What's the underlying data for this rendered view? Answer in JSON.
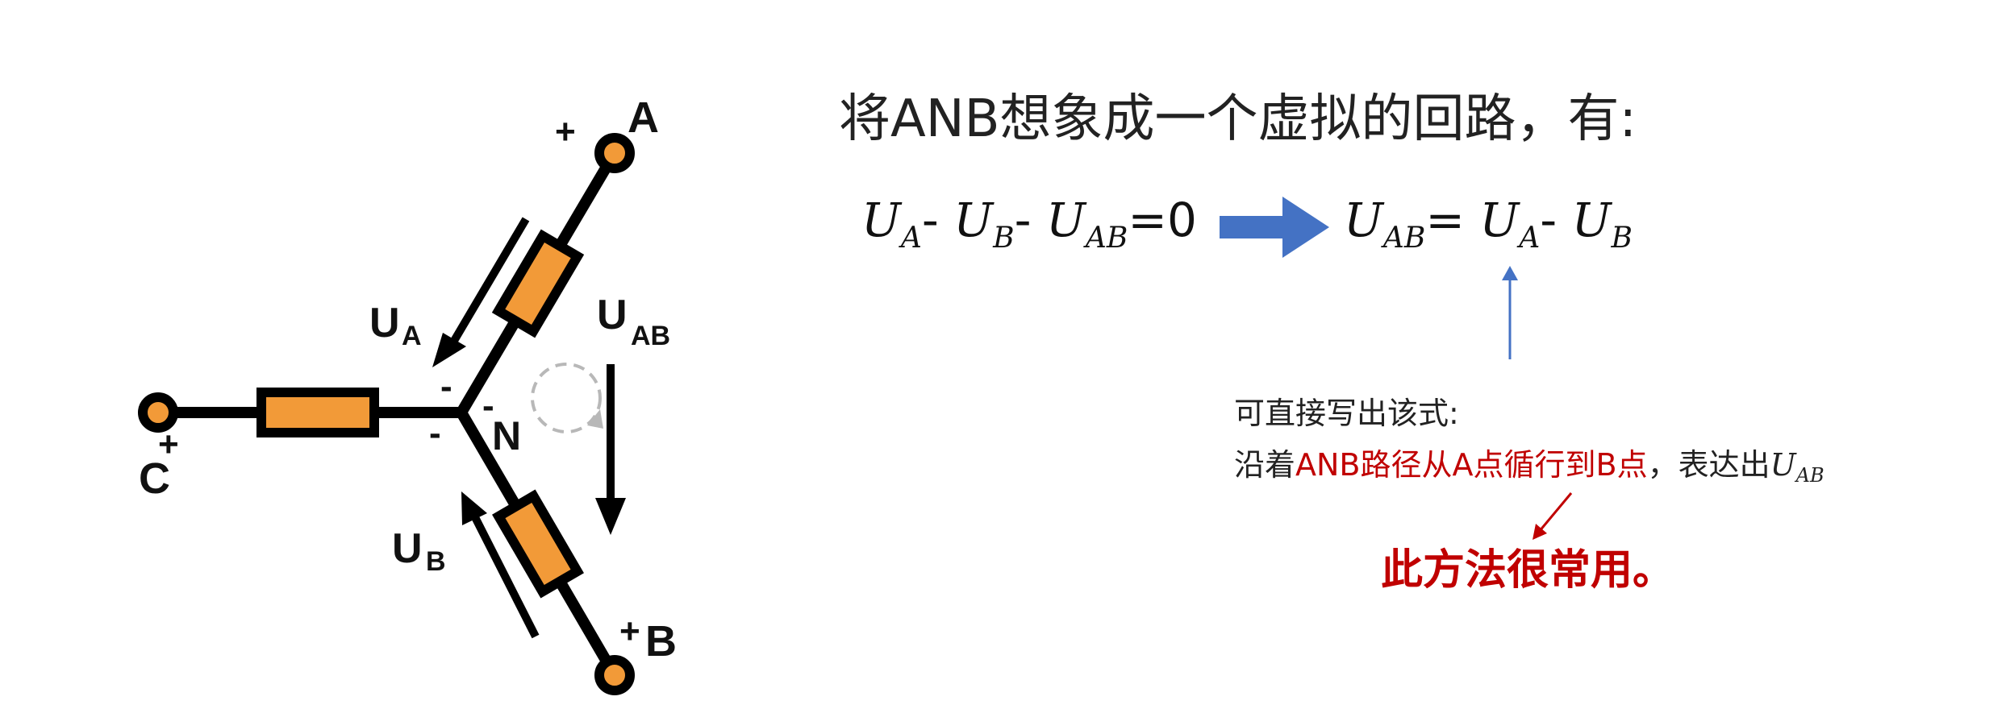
{
  "title": "将ANB想象成一个虚拟的回路，有:",
  "equation_left": {
    "term1": "U",
    "sub1": "A",
    "op1": "- ",
    "term2": "U",
    "sub2": "B",
    "op2": "- ",
    "term3": "U",
    "sub3": "AB",
    "tail": "=0"
  },
  "equation_right": {
    "term1": "U",
    "sub1": "AB",
    "eq": "= ",
    "term2": "U",
    "sub2": "A",
    "op": "- ",
    "term3": "U",
    "sub3": "B"
  },
  "note": {
    "line1": "可直接写出该式:",
    "line2_prefix": "沿着",
    "line2_red": "ANB路径从A点循行到B点",
    "line2_suffix": "，表达出",
    "uab_term": "U",
    "uab_sub": "AB"
  },
  "emphasis": "此方法很常用。",
  "circuit": {
    "node_a": "A",
    "node_b": "B",
    "node_c": "C",
    "node_n": "N",
    "plus": "+",
    "minus": "-",
    "ua_main": "U",
    "ua_sub": "A",
    "ub_main": "U",
    "ub_sub": "B",
    "uab_main": "U",
    "uab_sub": "AB"
  },
  "colors": {
    "resistor_fill": "#F29A38",
    "wire": "#000000",
    "block_arrow": "#4472C4",
    "red_text": "#C00000",
    "thin_arrow": "#4472C4"
  }
}
